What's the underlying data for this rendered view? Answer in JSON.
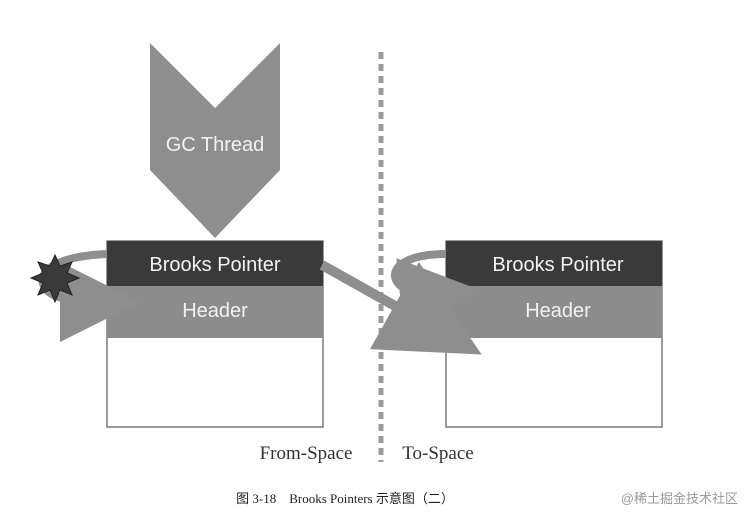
{
  "gc_thread": {
    "label": "GC Thread"
  },
  "from_object": {
    "brooks_pointer_label": "Brooks Pointer",
    "header_label": "Header"
  },
  "to_object": {
    "brooks_pointer_label": "Brooks Pointer",
    "header_label": "Header"
  },
  "regions": {
    "from_space": "From-Space",
    "to_space": "To-Space"
  },
  "caption": "图 3-18　Brooks Pointers 示意图（二）",
  "watermark": "@稀土掘金技术社区",
  "colors": {
    "pointer_bar": "#3a3a3a",
    "header_bar": "#8c8c8c",
    "gc_thread_fill": "#8e8e8e",
    "arrow": "#8e8e8e",
    "divider": "#9a9a9a",
    "object_border": "#7a7a7a",
    "label_text": "#f2f2f2",
    "caption_text": "#222222",
    "watermark_text": "#9a9a9a"
  }
}
